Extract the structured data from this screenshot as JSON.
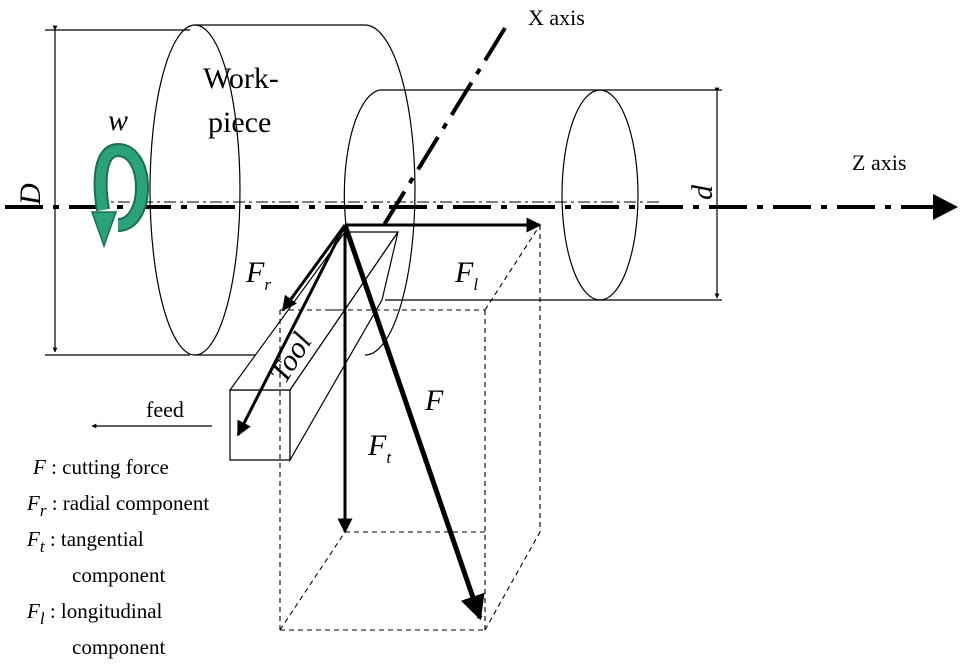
{
  "labels": {
    "x_axis": "X axis",
    "z_axis": "Z axis",
    "workpiece_line1": "Work-",
    "workpiece_line2": "piece",
    "w": "w",
    "D": "D",
    "d": "d",
    "tool": "Tool",
    "feed": "feed",
    "F": "F",
    "Fr_main": "F",
    "Fr_sub": "r",
    "Fl_main": "F",
    "Fl_sub": "l",
    "Ft_main": "F",
    "Ft_sub": "t"
  },
  "legend": [
    {
      "sym": "F",
      "sub": "",
      "text": " : cutting force",
      "cont": ""
    },
    {
      "sym": "F",
      "sub": "r",
      "text": " : radial component",
      "cont": ""
    },
    {
      "sym": "F",
      "sub": "t",
      "text": " : tangential",
      "cont": "component"
    },
    {
      "sym": "F",
      "sub": "l",
      "text": " : longitudinal",
      "cont": "component"
    }
  ],
  "colors": {
    "rotation_arrow": "#2aa37c",
    "rotation_arrow_stroke": "#1a6e53"
  },
  "icons": {
    "rotation": "rotation-arrow-icon"
  }
}
